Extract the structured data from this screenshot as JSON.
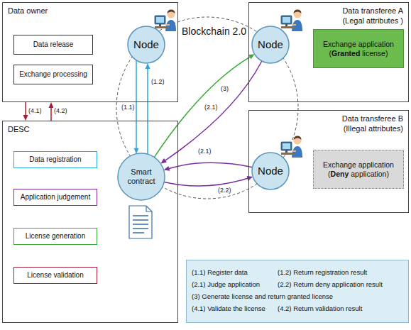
{
  "diagram": {
    "nodes": [
      {
        "text": [
          "Data owner"
        ]
      },
      {
        "text": [
          "Data release"
        ],
        "in": 0
      },
      {
        "text": [
          "Exchange processing"
        ],
        "in": 0
      },
      {
        "text": [
          "Node"
        ],
        "in": 0
      },
      {
        "text": [
          "Data transferee A",
          "(Legal attributes )"
        ]
      },
      {
        "text": [
          "Node"
        ],
        "in": 4
      },
      {
        "text": [
          "Exchange application (Granted license)"
        ],
        "in": 4
      },
      {
        "text": [
          "DESC"
        ]
      },
      {
        "text": [
          "Data registration"
        ],
        "in": 7
      },
      {
        "text": [
          "Application judgement"
        ],
        "in": 7
      },
      {
        "text": [
          "License generation"
        ],
        "in": 7
      },
      {
        "text": [
          "License validation"
        ],
        "in": 7
      },
      {
        "text": [
          "Smart contract"
        ],
        "in": 7
      },
      {
        "text": [
          "Data transferee B",
          "(Illegal attributes)"
        ]
      },
      {
        "text": [
          "Node"
        ],
        "in": 13
      },
      {
        "text": [
          "Exchange application (Deny application)"
        ],
        "in": 13
      },
      {
        "text": [
          "(1.1) Register data",
          "(1.2) Return registration result",
          "(2.1) Judge application",
          "(2.2) Return deny application result",
          "(3) Generate license and return granted license",
          "(4.1) Validate the license",
          "(4.2) Return validation result"
        ]
      }
    ],
    "edges": [
      {
        "from": 3,
        "to": 12,
        "arrow": "to",
        "label": "(1.1)"
      },
      {
        "from": 12,
        "to": 3,
        "arrow": "to",
        "label": "(1.2)"
      },
      {
        "from": 12,
        "to": 5,
        "arrow": "to",
        "label": "(3)"
      },
      {
        "from": 5,
        "to": 12,
        "arrow": "to",
        "label": "(2.1)"
      },
      {
        "from": 14,
        "to": 12,
        "arrow": "to",
        "label": "(2.1)"
      },
      {
        "from": 12,
        "to": 14,
        "arrow": "to",
        "label": "(2.2)"
      },
      {
        "from": 0,
        "to": 7,
        "arrow": "to",
        "label": "(4.1)"
      },
      {
        "from": 7,
        "to": 0,
        "arrow": "to",
        "label": "(4.2)"
      }
    ],
    "labels": [
      "Blockchain 2.0"
    ]
  }
}
